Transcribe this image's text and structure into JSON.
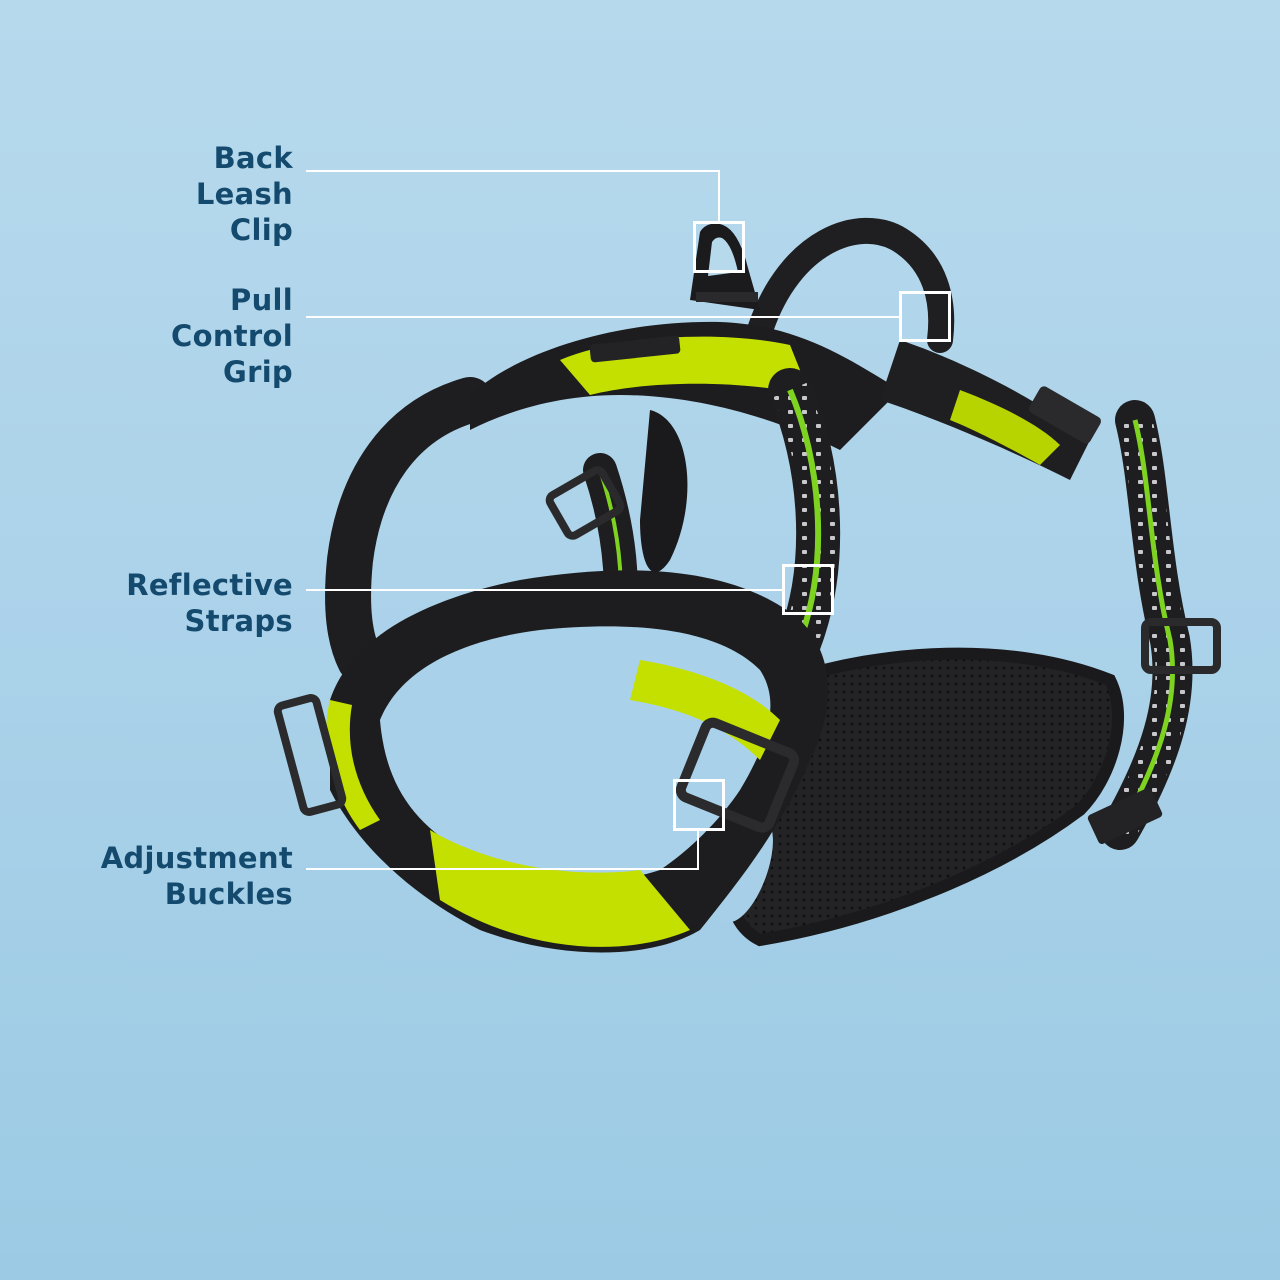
{
  "colors": {
    "background_top": "#b7d9ec",
    "background_bottom": "#9ccae4",
    "label_text": "#134a6e",
    "callout_lines": "#ffffff",
    "harness_black": "#1c1c1e",
    "harness_lime": "#c4e000",
    "reflective_green": "#7ed321",
    "reflective_dots": "#c8c8cc"
  },
  "callouts": [
    {
      "id": "back-leash-clip",
      "lines": [
        "Back",
        "Leash",
        "Clip"
      ]
    },
    {
      "id": "pull-control-grip",
      "lines": [
        "Pull",
        "Control",
        "Grip"
      ]
    },
    {
      "id": "reflective-straps",
      "lines": [
        "Reflective",
        "Straps"
      ]
    },
    {
      "id": "adjustment-buckles",
      "lines": [
        "Adjustment",
        "Buckles"
      ]
    }
  ],
  "image": {
    "subject": "dog-harness",
    "description": "Black and lime-green padded no-pull dog harness with reflective straps"
  }
}
